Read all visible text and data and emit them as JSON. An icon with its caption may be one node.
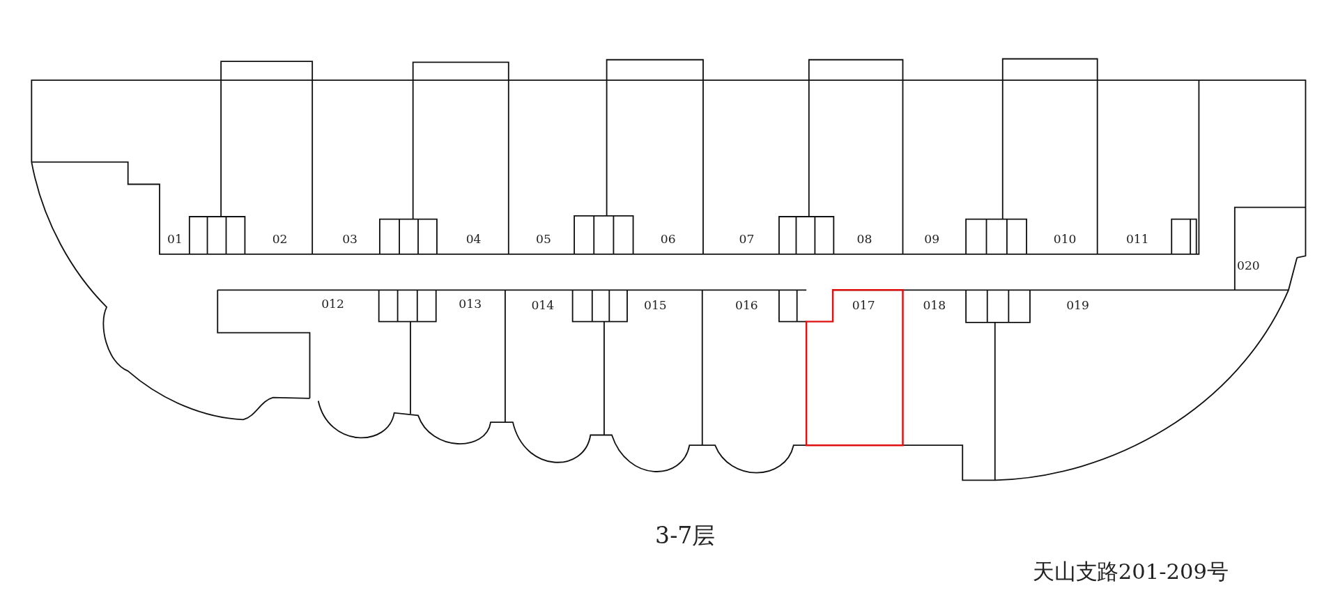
{
  "diagram": {
    "caption": "3-7层",
    "labels": [
      "01",
      "02",
      "03",
      "04",
      "05",
      "06",
      "07",
      "08",
      "09",
      "010",
      "011",
      "020",
      "012",
      "013",
      "014",
      "015",
      "016",
      "017",
      "018",
      "019",
      "天山支路201-209号"
    ]
  }
}
